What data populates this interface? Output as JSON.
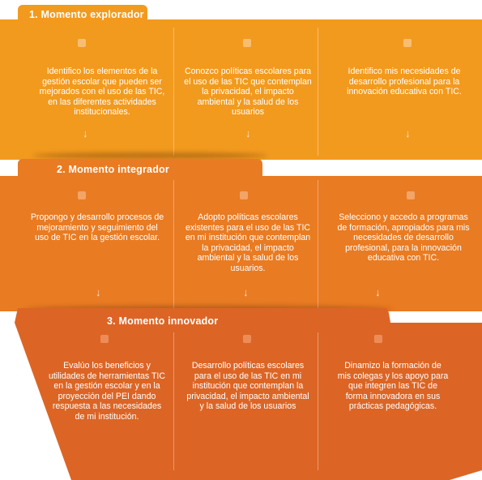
{
  "colors": {
    "explorer": "#F29A1E",
    "explorer_light": "#F6B24A",
    "integrator": "#E97B22",
    "innovator": "#DC6525",
    "innovator_dark": "#C9561F"
  },
  "stages": [
    {
      "title": "1. Momento explorador",
      "items": [
        "Identifico los elementos de la gestión escolar que pueden ser mejorados con el uso de las TIC, en las diferentes actividades institucionales.",
        "Conozco políticas escolares para el uso de las TIC que contemplan la privacidad, el impacto ambiental y la salud de los usuarios",
        "Identifico mis necesidades de desarrollo profesional para la innovación educativa con TIC."
      ]
    },
    {
      "title": "2. Momento integrador",
      "items": [
        "Propongo y desarrollo procesos de mejoramiento y seguimiento del uso de TIC en la gestión escolar.",
        "Adopto políticas escolares existentes para el uso de las TIC en mi institución que contemplan la privacidad, el impacto ambiental y la salud de los usuarios.",
        "Selecciono y accedo a programas de formación, apropiados para mis necesidades de desarrollo profesional, para la innovación educativa con TIC."
      ]
    },
    {
      "title": "3. Momento innovador",
      "items": [
        "Evalúo los beneficios y utilidades de herramientas TIC en la gestión escolar y en la proyección del PEI dando respuesta a las necesidades de mi institución.",
        "Desarrollo políticas escolares para el uso de las TIC en mi institución que contemplan la privacidad, el impacto ambiental y la salud de los usuarios",
        "Dinamizo la formación de mis colegas y los apoyo para que integren las TIC de forma innovadora en sus prácticas pedagógicas."
      ]
    }
  ],
  "icons": {
    "bullet": "square-bullet-icon",
    "arrow": "down-arrow-icon",
    "arrow_glyph": "↓"
  }
}
